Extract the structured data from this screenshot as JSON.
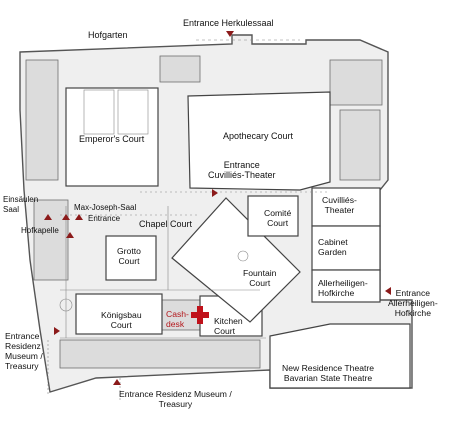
{
  "labels": {
    "hofgarten": "Hofgarten",
    "entrance_herkulessaal": "Entrance Herkulessaal",
    "emperors_court": "Emperor's Court",
    "apothecary_court": "Apothecary Court",
    "entrance_cuvillies": "Entrance\nCuvilliés-Theater",
    "cuvillies_theater": "Cuvilliés-\nTheater",
    "einsaeulen_saal": "Einsäulen\nSaal",
    "max_joseph_saal": "Max-Joseph-Saal",
    "entrance_small": "Entrance",
    "hofkapelle": "Hofkapelle",
    "chapel_court": "Chapel Court",
    "comite_court": "Comité\nCourt",
    "cabinet_garden": "Cabinet\nGarden",
    "grotto_court": "Grotto\nCourt",
    "fountain_court": "Fountain\nCourt",
    "allerheiligen_hofkirche": "Allerheiligen-\nHofkirche",
    "entrance_allerheiligen": "Entrance\nAllerheiligen-\nHofkirche",
    "koenigsbau_court": "Königsbau\nCourt",
    "cash_desk": "Cash-\ndesk",
    "kitchen_court": "Kitchen\nCourt",
    "entrance_residenz_left": "Entrance\nResidenz\nMuseum /\nTreasury",
    "new_residence_theatre": "New Residence Theatre\nBavarian State Theatre",
    "entrance_residenz_bottom": "Entrance Residenz Museum /\nTreasury"
  },
  "colors": {
    "wall": "#6e6e6e",
    "wall_dark": "#3a3a3a",
    "court_fill": "#ffffff",
    "building_fill": "#ededed",
    "entrance_marker": "#8b1a1a",
    "cash_desk": "#c0121b"
  }
}
